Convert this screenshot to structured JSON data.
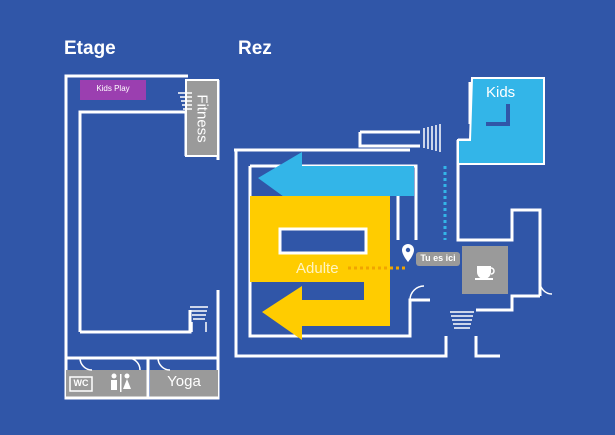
{
  "floors": {
    "upper": {
      "title": "Etage",
      "rooms": {
        "kids_play": "Kids Play",
        "fitness": "Fitness",
        "wc": "WC",
        "yoga": "Yoga"
      }
    },
    "ground": {
      "title": "Rez",
      "rooms": {
        "kids": "Kids",
        "adult": "Adulte"
      },
      "you_are_here": "Tu es ici"
    }
  },
  "colors": {
    "background": "#3056a8",
    "walls": "#ffffff",
    "kids_area": "#33b5e8",
    "adult_area": "#ffcc00",
    "kids_play_badge": "#9b3fb0",
    "service_rooms": "#9a9a9a",
    "route_line": "#f0a500"
  },
  "icons": [
    "stairs-icon",
    "toilet-icon",
    "coffee-cup-icon",
    "location-pin-icon"
  ]
}
